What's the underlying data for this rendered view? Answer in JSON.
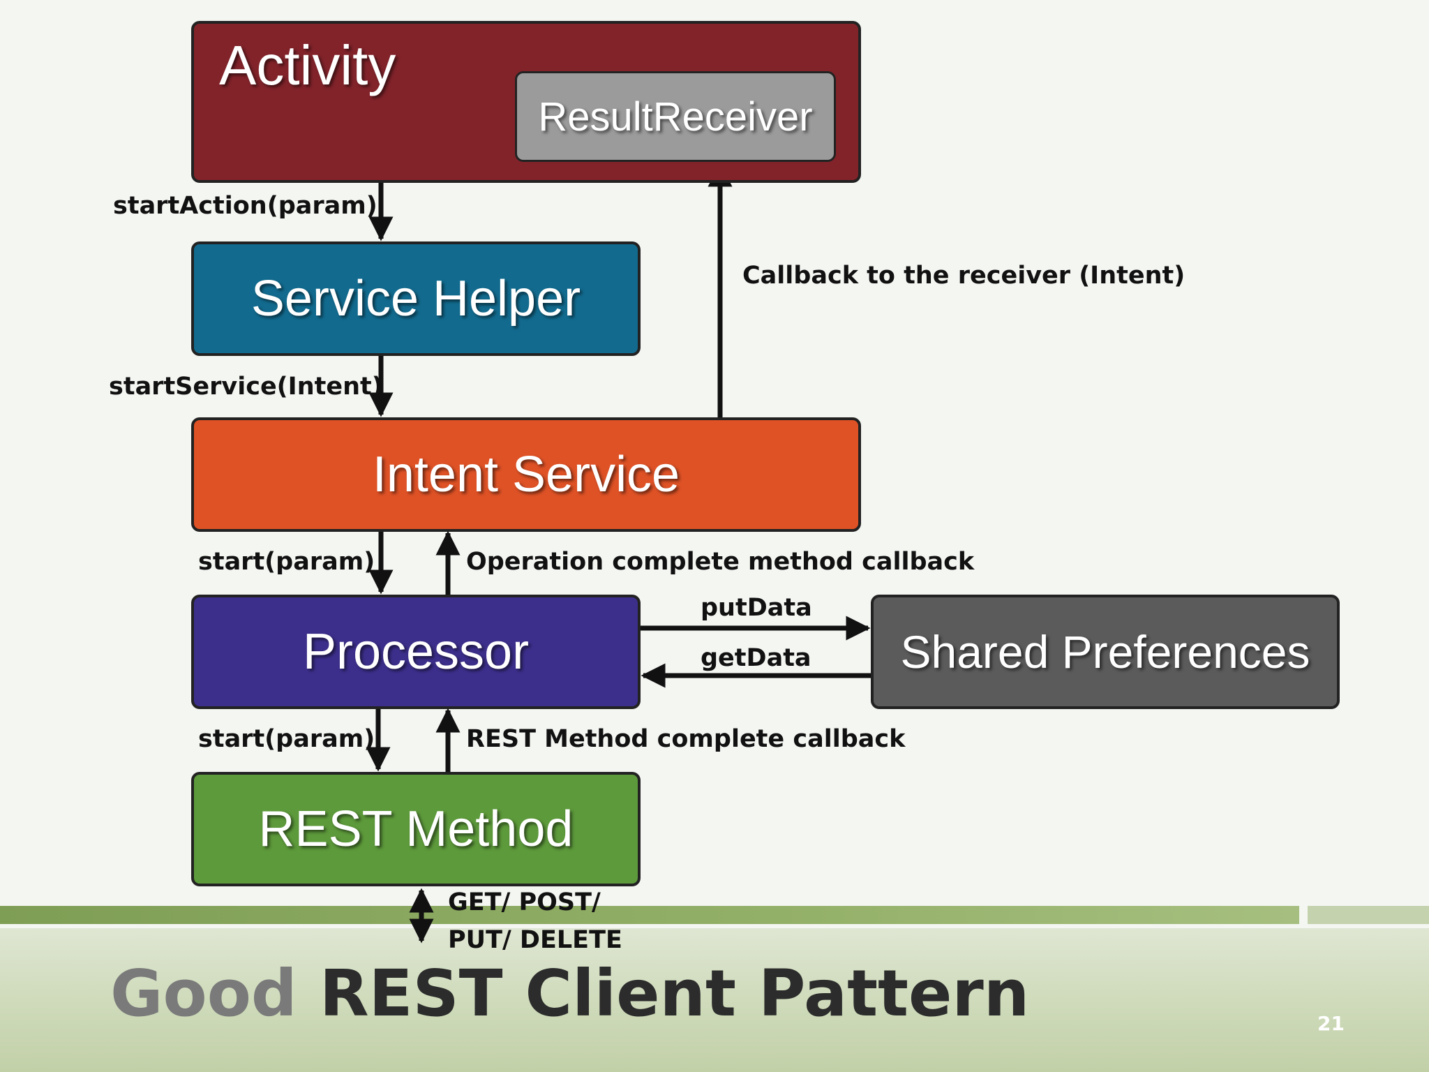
{
  "boxes": {
    "activity": {
      "label": "Activity",
      "color": "#82232a"
    },
    "result_receiver": {
      "label": "ResultReceiver",
      "color": "#9b9b9b"
    },
    "service_helper": {
      "label": "Service Helper",
      "color": "#126b8f"
    },
    "intent_service": {
      "label": "Intent Service",
      "color": "#df5226"
    },
    "processor": {
      "label": "Processor",
      "color": "#3c2f8c"
    },
    "shared_preferences": {
      "label": "Shared Preferences",
      "color": "#5b5b5b"
    },
    "rest_method": {
      "label": "REST Method",
      "color": "#5d9a3b"
    }
  },
  "edges": {
    "start_action": "startAction(param)",
    "start_service": "startService(Intent)",
    "callback_receiver": "Callback to the receiver (Intent)",
    "start_param_1": "start(param)",
    "operation_complete": "Operation complete method callback",
    "put_data": "putData",
    "get_data": "getData",
    "start_param_2": "start(param)",
    "rest_complete": "REST Method complete callback",
    "http_verbs_1": "GET/ POST/",
    "http_verbs_2": "PUT/ DELETE"
  },
  "title": {
    "prefix": "Good",
    "main": "REST Client Pattern"
  },
  "slide_number": "21"
}
